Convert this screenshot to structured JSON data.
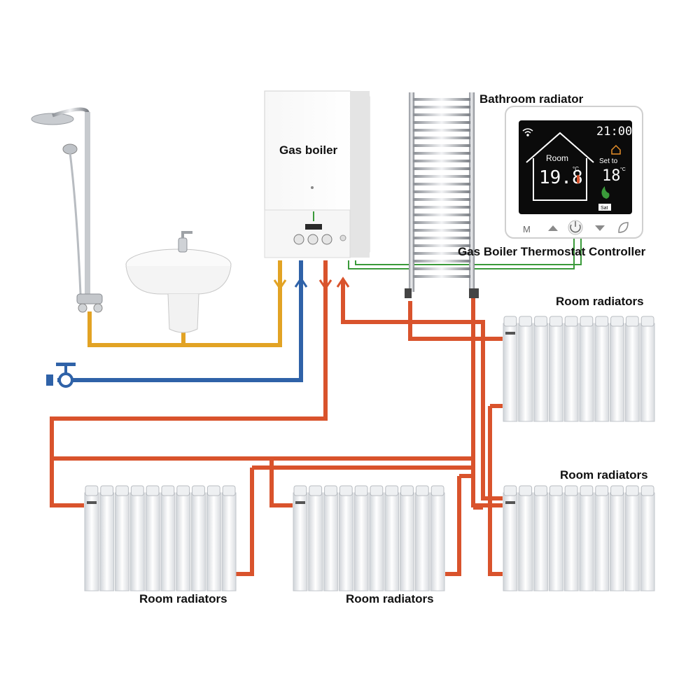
{
  "labels": {
    "gas_boiler": "Gas boiler",
    "bathroom_radiator": "Bathroom radiator",
    "thermostat": "Gas  Boiler Thermostat Controller",
    "room_radiators_right_top": "Room radiators",
    "room_radiators_right_bottom": "Room radiators",
    "room_radiators_bottom_left": "Room radiators",
    "room_radiators_bottom_mid": "Room radiators"
  },
  "thermostat_display": {
    "clock": "21:00",
    "room_label": "Room",
    "room_temp": "19.8",
    "room_unit": "°C",
    "set_label": "Set to",
    "set_temp": "18",
    "set_unit": "°C",
    "day": "Sat",
    "buttons": {
      "mode": "M"
    }
  },
  "colors": {
    "hot_pipe": "#d9532c",
    "cold_pipe": "#2f62a8",
    "domestic_hot_pipe": "#e2a324",
    "control_wire": "#3a9a3a",
    "lcd_bg": "#0b0b0b",
    "accent_orange": "#e8902a"
  },
  "icons": [
    "wifi-icon",
    "house-outline-icon",
    "flame-icon",
    "home-mode-icon",
    "thermometer-icon",
    "up-arrow-icon",
    "power-icon",
    "down-arrow-icon",
    "leaf-icon",
    "valve-icon",
    "flow-arrow-icon"
  ]
}
